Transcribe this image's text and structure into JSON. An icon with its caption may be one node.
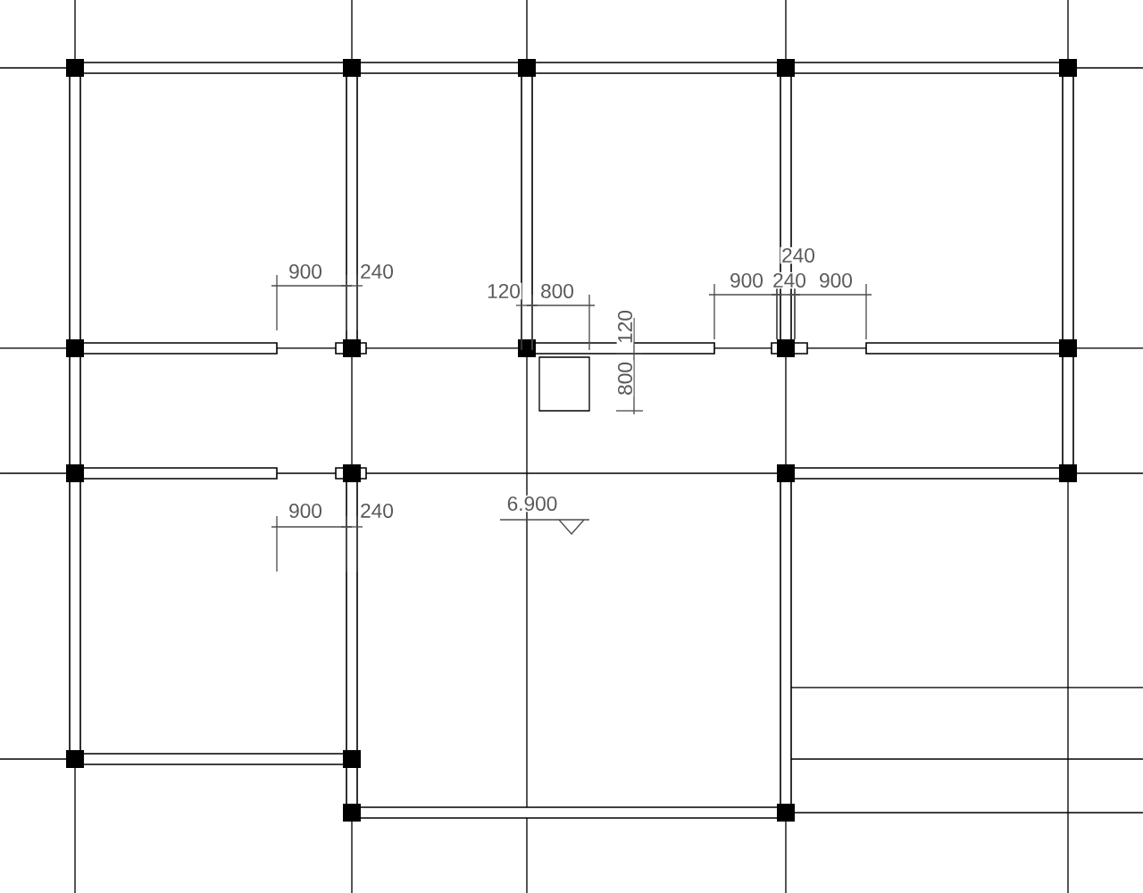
{
  "diagram": {
    "labels": [
      "240",
      "900",
      "240",
      "120",
      "800",
      "900",
      "240",
      "900",
      "120",
      "800",
      "900",
      "240",
      "6.900"
    ]
  }
}
